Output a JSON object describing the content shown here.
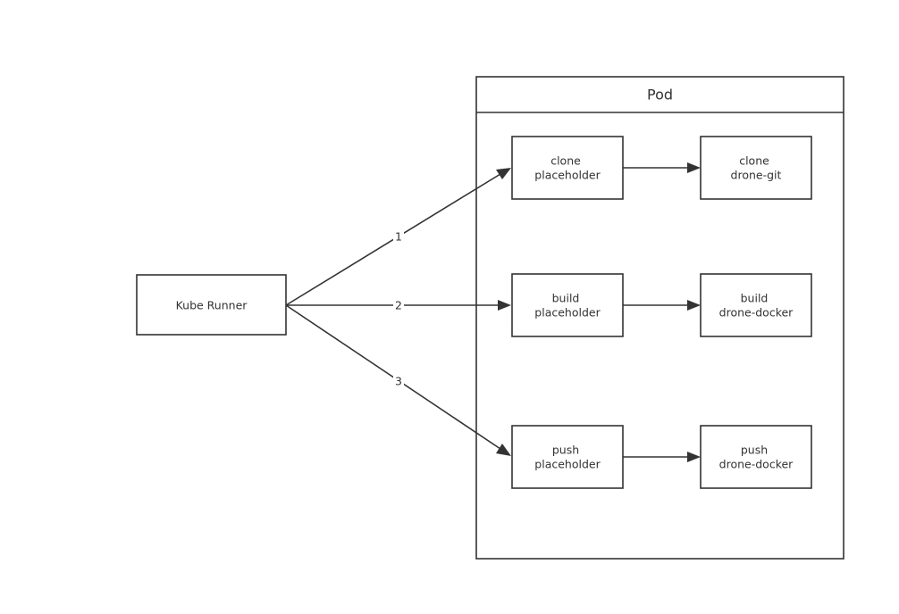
{
  "diagram": {
    "colors": {
      "stroke": "#333333",
      "text": "#333333",
      "background": "#ffffff"
    },
    "runner": {
      "label": "Kube Runner"
    },
    "pod": {
      "title": "Pod"
    },
    "steps": [
      {
        "edge_label": "1",
        "placeholder": {
          "line1": "clone",
          "line2": "placeholder"
        },
        "container": {
          "line1": "clone",
          "line2": "drone-git"
        }
      },
      {
        "edge_label": "2",
        "placeholder": {
          "line1": "build",
          "line2": "placeholder"
        },
        "container": {
          "line1": "build",
          "line2": "drone-docker"
        }
      },
      {
        "edge_label": "3",
        "placeholder": {
          "line1": "push",
          "line2": "placeholder"
        },
        "container": {
          "line1": "push",
          "line2": "drone-docker"
        }
      }
    ]
  }
}
